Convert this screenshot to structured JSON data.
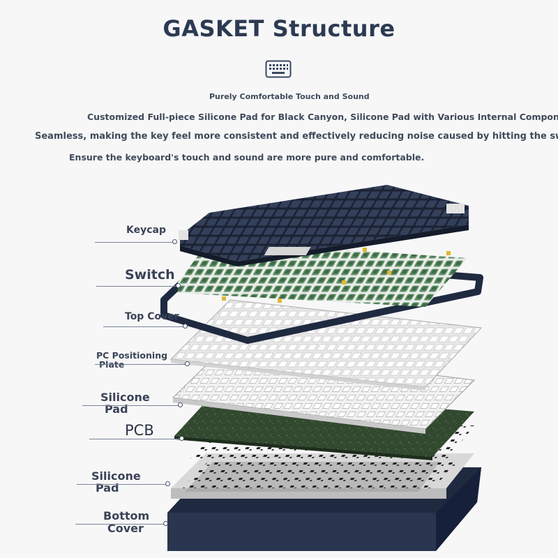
{
  "header": {
    "title": "GASKET Structure",
    "icon": "keyboard-icon"
  },
  "description": {
    "line1": "Purely Comfortable Touch and Sound",
    "line2": "Customized Full-piece Silicone Pad for Black Canyon, Silicone Pad with Various Internal Components",
    "line3": "Seamless, making the key feel more consistent and effectively reducing noise caused by hitting the swit",
    "line4": "Ensure the keyboard's touch and sound are more pure and comfortable."
  },
  "layers": {
    "keycap": "Keycap",
    "switch": "Switch",
    "top_cover": "Top Cover",
    "pc_plate_1": "PC Positioning",
    "pc_plate_2": "Plate",
    "silicone_pad_1": "Silicone",
    "silicone_pad_1b": "Pad",
    "pcb": "PCB",
    "silicone_pad_2": "Silicone",
    "silicone_pad_2b": "Pad",
    "bottom_cover_1": "Bottom",
    "bottom_cover_2": "Cover"
  },
  "colors": {
    "title": "#2c3a52",
    "keycap_dark": "#2e3850",
    "switch_green": "#5c8a62",
    "frame_navy": "#1f2a40",
    "pcb_green": "#2f4a2c"
  }
}
